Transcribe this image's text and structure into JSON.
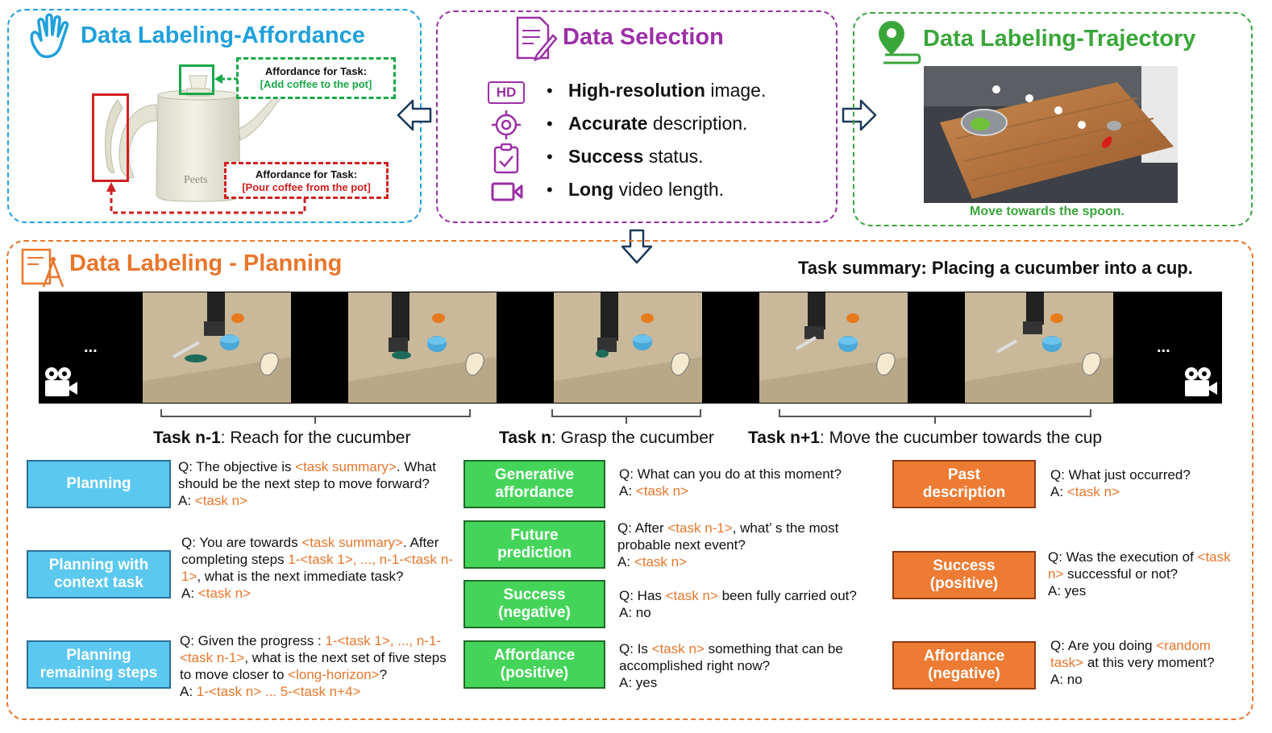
{
  "affordance": {
    "title": "Data Labeling-Affordance",
    "label1_title": "Affordance for Task:",
    "label1_task": "[Add coffee to the pot]",
    "label2_title": "Affordance for Task:",
    "label2_task": "[Pour coffee from the pot]",
    "pot_brand": "Peets"
  },
  "selection": {
    "title": "Data Selection",
    "hd_icon_text": "HD",
    "bullets": [
      {
        "bold": "High-resolution",
        "rest": " image."
      },
      {
        "bold": "Accurate",
        "rest": " description."
      },
      {
        "bold": "Success",
        "rest": " status."
      },
      {
        "bold": "Long",
        "rest": " video length."
      }
    ]
  },
  "trajectory": {
    "title": "Data Labeling-Trajectory",
    "caption": "Move towards the spoon."
  },
  "planning": {
    "title": "Data Labeling - Planning",
    "summary": "Task summary: Placing a cucumber into a cup.",
    "ellipsis": "...",
    "tasks": [
      {
        "bold": "Task n-1",
        "rest": ": Reach for the cucumber"
      },
      {
        "bold": "Task n",
        "rest": ": Grasp the cucumber"
      },
      {
        "bold": "Task n+1",
        "rest": ": Move the cucumber towards the cup"
      }
    ]
  },
  "cards": {
    "planning": {
      "label": "Planning",
      "q1": "Q: The objective is ",
      "q1t": "<task summary>",
      "q2": ". What should be the next step to move forward?",
      "a": "A: ",
      "at": "<task n>"
    },
    "context": {
      "label1": "Planning with",
      "label2": "context task",
      "q1": "Q: You are towards ",
      "q1t": "<task summary>",
      "q2": ". After completing steps ",
      "q2t": "1-<task 1>, ..., n-1-<task n-1>",
      "q3": ", what is the next immediate task?",
      "a": "A: ",
      "at": "<task n>"
    },
    "remaining": {
      "label1": "Planning",
      "label2": "remaining steps",
      "q1": "Q: Given the progress : ",
      "q1t": "1-<task 1>, ..., n-1-<task n-1>",
      "q2": ", what is the next set of five steps to move closer to ",
      "q2t": "<long-horizon>",
      "q3": "?",
      "a": "A: ",
      "at": "1-<task n>   ... 5-<task n+4>"
    },
    "generative": {
      "label1": "Generative",
      "label2": "affordance",
      "q": "Q: What can you do at this moment?",
      "a": "A: ",
      "at": "<task n>"
    },
    "future": {
      "label1": "Future",
      "label2": "prediction",
      "q1": "Q: After ",
      "q1t": "<task n-1>",
      "q2": ", what’  s the most probable next event?",
      "a": "A: ",
      "at": "<task n>"
    },
    "success_neg": {
      "label1": "Success",
      "label2": "(negative)",
      "q1": "Q: Has ",
      "q1t": "<task n>",
      "q2": " been fully carried out?",
      "a": "A: no"
    },
    "afford_pos": {
      "label1": "Affordance",
      "label2": "(positive)",
      "q1": "Q: Is ",
      "q1t": "<task n>",
      "q2": " something that can be accomplished right now?",
      "a": "A: yes"
    },
    "past": {
      "label1": "Past",
      "label2": "description",
      "q": "Q: What just occurred?",
      "a": "A: ",
      "at": "<task n>"
    },
    "success_pos": {
      "label1": "Success",
      "label2": "(positive)",
      "q1": "Q: Was the execution of ",
      "q1t": "<task n>",
      "q2": " successful or not?",
      "a": "A: yes"
    },
    "afford_neg": {
      "label1": "Affordance",
      "label2": "(negative)",
      "q1": "Q: Are you doing ",
      "q1t": "<random task>",
      "q2": " at this very moment?",
      "a": "A: no"
    }
  },
  "colors": {
    "affordance_blue": "#1fa0dc",
    "selection_purple": "#9b2fa6",
    "trajectory_green": "#3aa63a",
    "planning_orange": "#e8762b",
    "affordance_red": "#d02020",
    "affordance_green": "#18a848"
  }
}
